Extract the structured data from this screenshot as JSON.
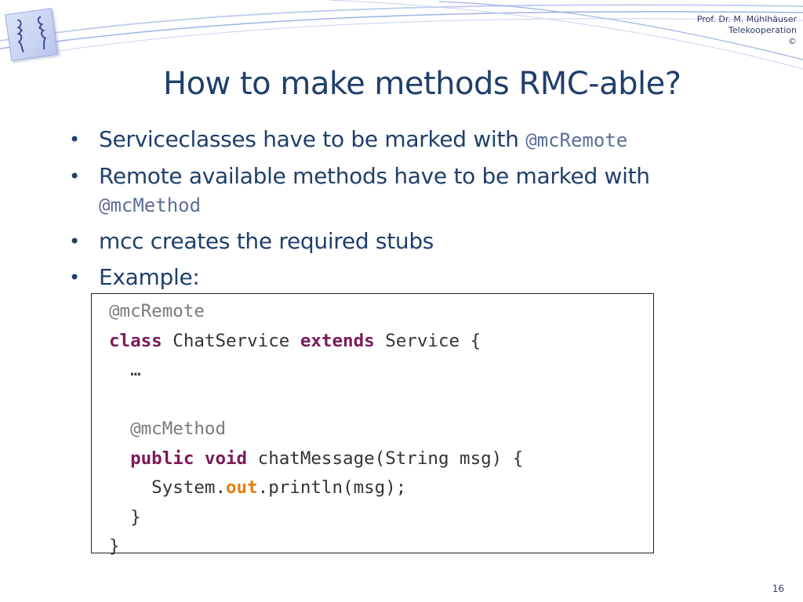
{
  "header": {
    "author_line1": "Prof. Dr. M. Mühlhäuser",
    "author_line2": "Telekooperation",
    "author_line3": "©"
  },
  "title": "How to make methods RMC-able?",
  "bullets": [
    {
      "text": "Serviceclasses have to be marked with ",
      "code": "@mcRemote"
    },
    {
      "text": "Remote available methods have to be marked with",
      "code": "@mcMethod"
    },
    {
      "text": "mcc creates the required stubs"
    },
    {
      "text": "Example:"
    }
  ],
  "code": {
    "l1_ann": "@mcRemote",
    "l2_kw1": "class",
    "l2_mid": " ChatService ",
    "l2_kw2": "extends",
    "l2_end": " Service {",
    "l3": "  …",
    "l4": "",
    "l5_ann": "  @mcMethod",
    "l6_indent": "  ",
    "l6_kw1": "public",
    "l6_sp": " ",
    "l6_kw2": "void",
    "l6_end": " chatMessage(String msg) {",
    "l7_pre": "    System.",
    "l7_out": "out",
    "l7_end": ".println(msg);",
    "l8": "  }",
    "l9": "}"
  },
  "page_number": "16",
  "colors": {
    "title": "#1f3f6b",
    "keyword": "#7b1a5a",
    "field": "#e67e10",
    "annotation": "#7a7a7a",
    "swoosh": "#8fa6d8"
  },
  "icons": {
    "logo": "faces-logo-icon"
  }
}
